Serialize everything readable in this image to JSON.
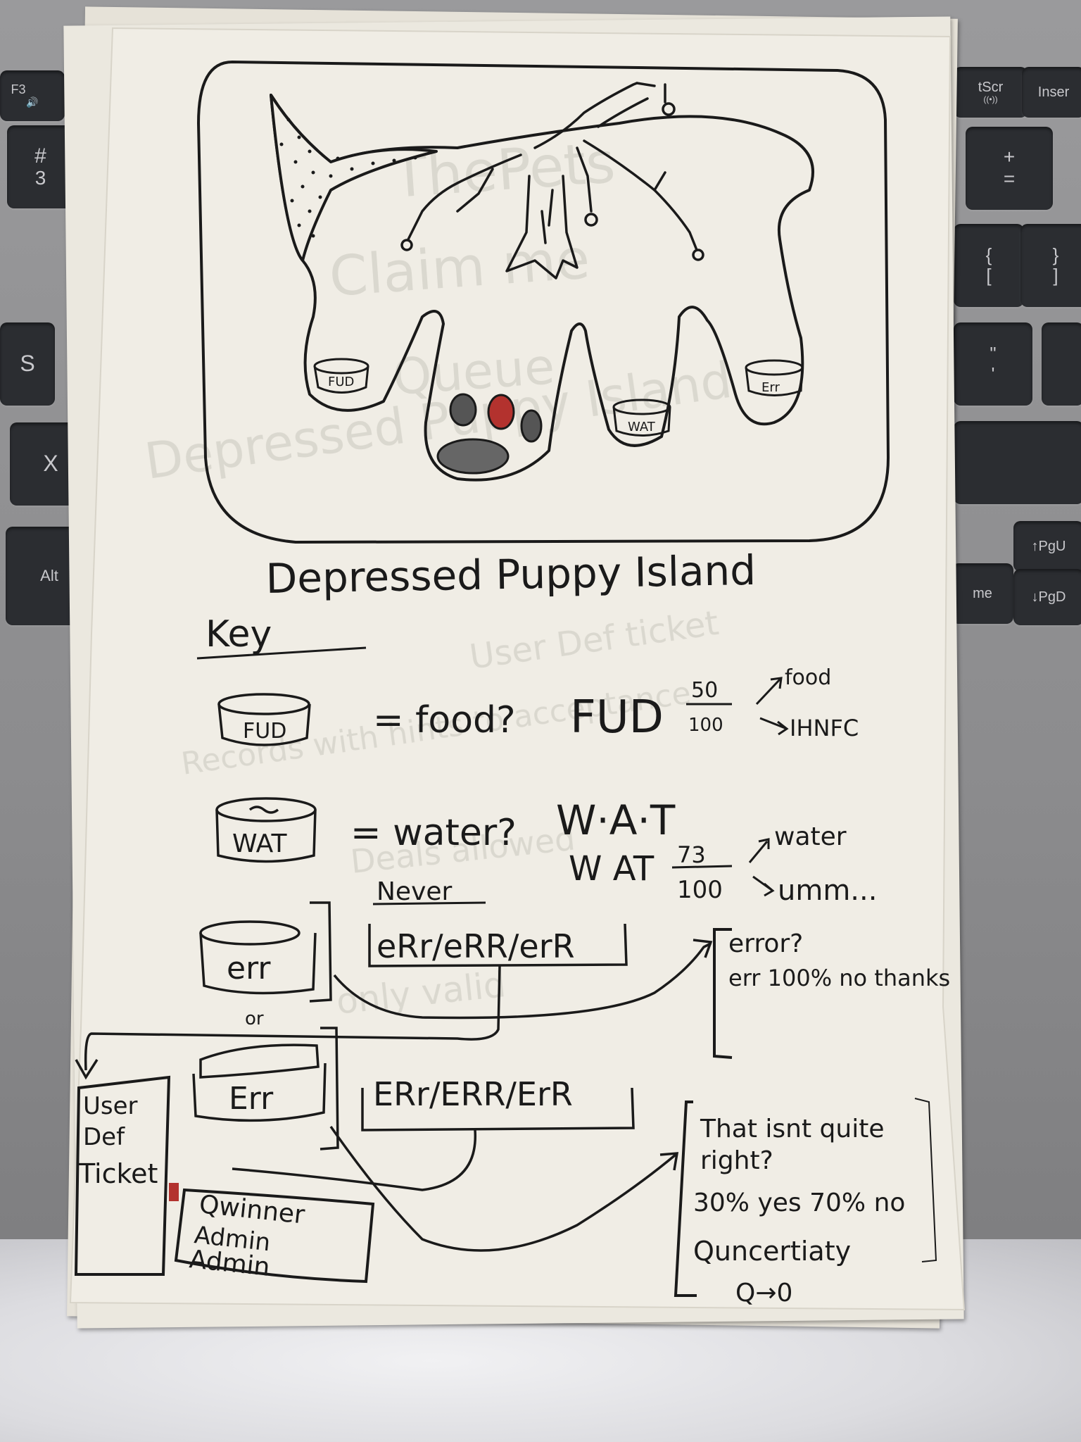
{
  "keyboard": {
    "keys": [
      {
        "id": "f3",
        "label": "F3",
        "sub": "🔊"
      },
      {
        "id": "three",
        "label": "#",
        "sub": "3"
      },
      {
        "id": "s",
        "label": "S",
        "sub": ""
      },
      {
        "id": "x",
        "label": "X",
        "sub": ""
      },
      {
        "id": "alt",
        "label": "Alt",
        "sub": ""
      },
      {
        "id": "prtscr",
        "label": "tScr",
        "sub": "((•))"
      },
      {
        "id": "insert",
        "label": "Inser",
        "sub": ""
      },
      {
        "id": "plus",
        "label": "+",
        "sub": "="
      },
      {
        "id": "brace",
        "label": "{",
        "sub": "["
      },
      {
        "id": "brace2",
        "label": "}",
        "sub": "]"
      },
      {
        "id": "quote",
        "label": "\"",
        "sub": "'"
      },
      {
        "id": "pgup",
        "label": "↑PgU",
        "sub": ""
      },
      {
        "id": "home",
        "label": "me",
        "sub": ""
      },
      {
        "id": "pgdn",
        "label": "↓PgD",
        "sub": ""
      }
    ]
  },
  "note": {
    "title": "Depressed Puppy Island",
    "map_labels": {
      "fud": "FUD",
      "wat": "WAT",
      "err": "Err"
    },
    "key_heading": "Key",
    "fud": {
      "bowl": "FUD",
      "eq": "= food?",
      "code": "FUD",
      "num": "50",
      "den": "100",
      "up": "food",
      "down": "IHNFC"
    },
    "wat": {
      "bowl": "WAT",
      "eq": "= water?",
      "code": "W·A·T",
      "code2": "W AT",
      "num": "73",
      "den": "100",
      "up": "water",
      "down": "umm..."
    },
    "err": {
      "never": "Never",
      "bowl_lower": "err",
      "or": "or",
      "bowl_upper": "Err",
      "lower_variants": "eRr/eRR/erR",
      "upper_variants": "ERr/ERR/ErR",
      "error_line1": "error?",
      "error_line2": "err 100% no thanks",
      "user_box": [
        "User",
        "Def",
        "Ticket"
      ],
      "admin_box": [
        "Qwinner",
        "Admin",
        "Admin"
      ],
      "quite_line1": "That isnt quite",
      "quite_line2": "right?",
      "quite_line3": "30% yes  70% no",
      "quite_line4": "Quncertiaty",
      "quite_line5": "Q→0"
    }
  },
  "colors": {
    "paper": "#efece3",
    "ink": "#1a1a1a",
    "red": "#b3322e"
  }
}
